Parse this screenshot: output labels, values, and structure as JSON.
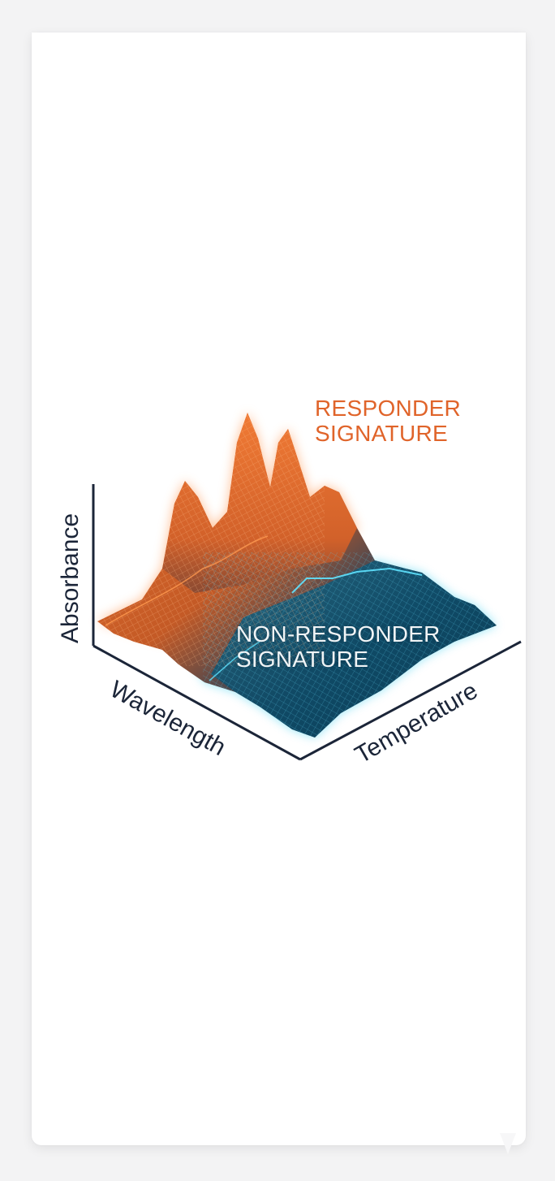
{
  "canvas": {
    "background": "#f3f3f4",
    "card_background": "#ffffff"
  },
  "diagram": {
    "type": "3d-surface-illustration",
    "labels": {
      "responder_line1": "RESPONDER",
      "responder_line2": "SIGNATURE",
      "nonresponder_line1": "NON-RESPONDER",
      "nonresponder_line2": "SIGNATURE"
    },
    "axes": {
      "vertical": "Absorbance",
      "left_depth": "Wavelength",
      "right_depth": "Temperature"
    },
    "colors": {
      "responder": "#e0642a",
      "responder_glow": "#ff8a3d",
      "nonresponder": "#0f4a66",
      "nonresponder_glow": "#3fd0f0",
      "axis": "#1b2538",
      "nonresponder_text": "#f0f4f6"
    },
    "regions": [
      {
        "name": "Responder Signature",
        "description": "Orange mesh surface with four tall peaks",
        "peak_count": 4
      },
      {
        "name": "Non-Responder Signature",
        "description": "Blue/teal flat, gently undulating mesh surface",
        "peak_count": 0
      }
    ]
  }
}
